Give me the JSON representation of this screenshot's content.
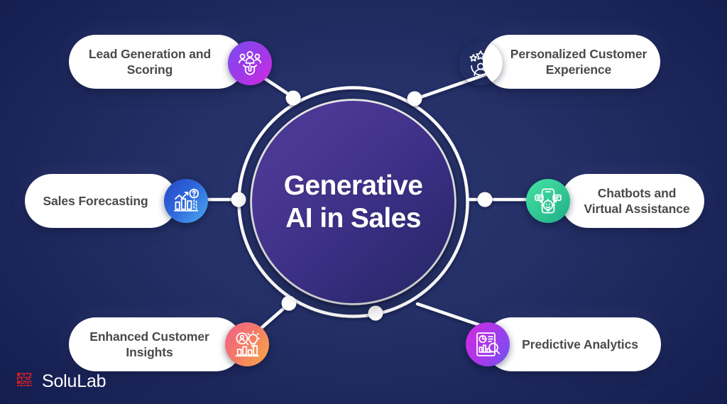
{
  "background": {
    "base_color": "#141d4e",
    "glow_color": "#2a3570"
  },
  "hub": {
    "title": "Generative AI in Sales",
    "gradient_from": "#4b3a96",
    "gradient_to": "#262a66",
    "ring_color": "#ffffff"
  },
  "branches": [
    {
      "id": "lead",
      "label": "Lead Generation and Scoring",
      "icon": "people-magnet-icon",
      "color_from": "#7b4bf0",
      "color_to": "#d629e0",
      "position": "top-left"
    },
    {
      "id": "personal",
      "label": "Personalized Customer Experience",
      "icon": "person-stars-icon",
      "color_from": "#f364b0",
      "color_to": "#a736e8",
      "position": "top-right"
    },
    {
      "id": "forecast",
      "label": "Sales Forecasting",
      "icon": "chart-question-icon",
      "color_from": "#2547c7",
      "color_to": "#49aaf0",
      "position": "mid-left"
    },
    {
      "id": "chatbot",
      "label": "Chatbots and Virtual Assistance",
      "icon": "chat-robot-phone-icon",
      "color_from": "#3ddc9a",
      "color_to": "#1fae86",
      "position": "mid-right"
    },
    {
      "id": "insights",
      "label": "Enhanced Customer Insights",
      "icon": "magnifier-bulb-chart-icon",
      "color_from": "#f2607f",
      "color_to": "#f7a945",
      "position": "bottom-left"
    },
    {
      "id": "predict",
      "label": "Predictive Analytics",
      "icon": "report-magnifier-icon",
      "color_from": "#d12ae0",
      "color_to": "#6d53f5",
      "position": "bottom-right"
    }
  ],
  "logo": {
    "text": "SoluLab",
    "mark_color": "#d12026",
    "text_color": "#ffffff"
  }
}
